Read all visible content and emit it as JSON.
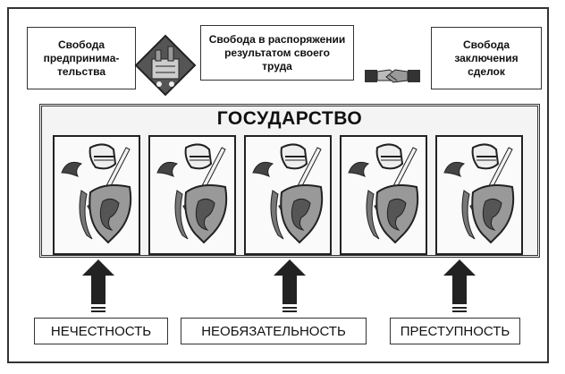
{
  "freedoms": [
    {
      "label": "Свобода\nпредпринима-\nтельства",
      "icon": "factory-icon"
    },
    {
      "label": "Свобода в распоряжении\nрезультатом своего\nтруда",
      "icon": ""
    },
    {
      "label": "Свобода\nзаключения\nсделок",
      "icon": "handshake-icon"
    }
  ],
  "state": {
    "title": "ГОСУДАРСТВО",
    "guard_icon": "knight-with-shield-icon",
    "guard_count": 5
  },
  "threats": [
    {
      "label": "НЕЧЕСТНОСТЬ"
    },
    {
      "label": "НЕОБЯЗАТЕЛЬНОСТЬ"
    },
    {
      "label": "ПРЕСТУПНОСТЬ"
    }
  ]
}
